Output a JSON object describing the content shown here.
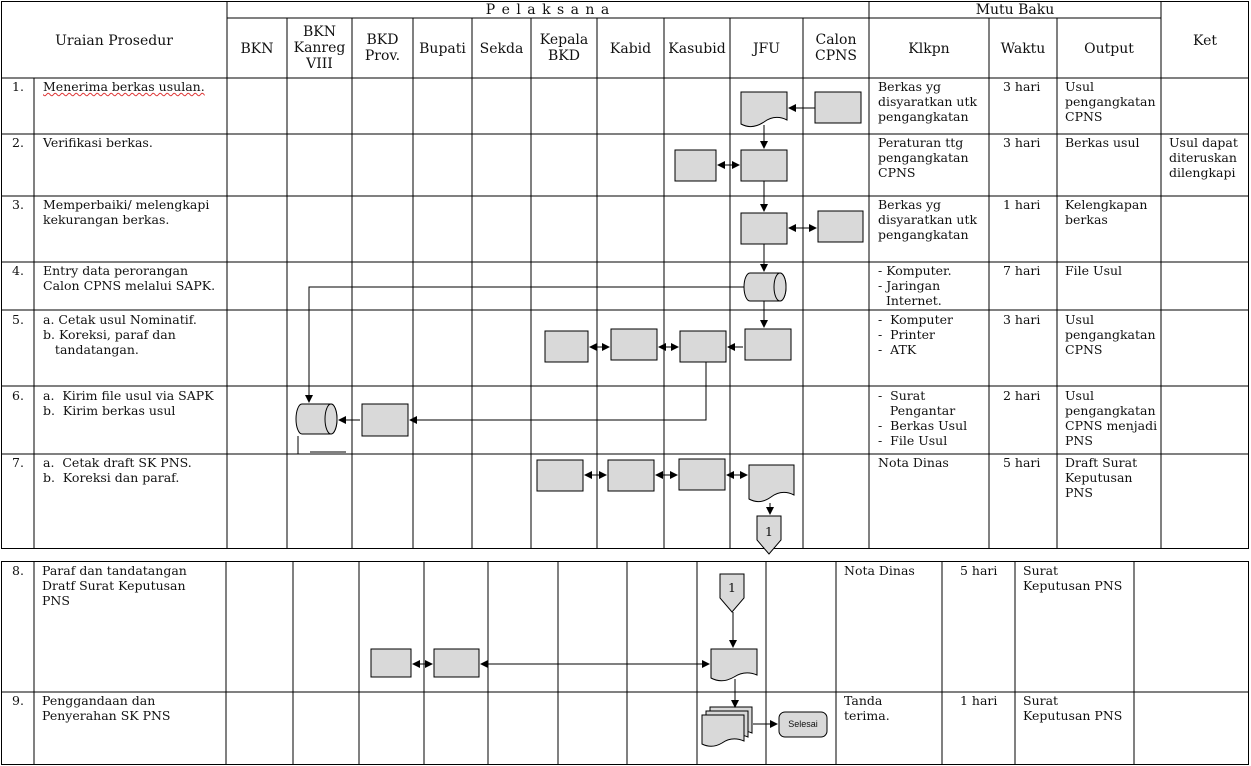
{
  "header": {
    "uraian": "Uraian Prosedur",
    "pelaksana": "P e l a k s a n a",
    "mutu_baku": "Mutu Baku",
    "ket": "Ket",
    "cols": [
      "BKN",
      "BKN\nKanreg\nVIII",
      "BKD\nProv.",
      "Bupati",
      "Sekda",
      "Kepala\nBKD",
      "Kabid",
      "Kasubid",
      "JFU",
      "Calon\nCPNS"
    ],
    "mutu_cols": [
      "Klkpn",
      "Waktu",
      "Output"
    ]
  },
  "rows": [
    {
      "no": "1.",
      "uraian_a": "Menerima berkas usulan.",
      "uraian_b": "",
      "klkpn": "Berkas yg\ndisyaratkan utk\npengangkatan",
      "waktu": "3 hari",
      "output": "Usul\npengangkatan\nCPNS",
      "ket": ""
    },
    {
      "no": "2.",
      "uraian": "Verifikasi berkas.",
      "klkpn": "Peraturan ttg\npengangkatan\nCPNS",
      "waktu": "3 hari",
      "output": "Berkas usul",
      "ket": "Usul dapat\nditeruskan\ndilengkapi"
    },
    {
      "no": "3.",
      "uraian": "Memperbaiki/ melengkapi\nkekurangan berkas.",
      "klkpn": "Berkas yg\ndisyaratkan utk\npengangkatan",
      "waktu": "1 hari",
      "output": "Kelengkapan\nberkas",
      "ket": ""
    },
    {
      "no": "4.",
      "uraian": "Entry data perorangan\nCalon CPNS melalui SAPK.",
      "klkpn": "- Komputer.\n- Jaringan\n  Internet.",
      "waktu": "7 hari",
      "output": "File Usul",
      "ket": ""
    },
    {
      "no": "5.",
      "uraian": "a. Cetak usul Nominatif.\nb. Koreksi, paraf dan\n   tandatangan.",
      "klkpn": "-  Komputer\n-  Printer\n-  ATK",
      "waktu": "3 hari",
      "output": "Usul\npengangkatan\nCPNS",
      "ket": ""
    },
    {
      "no": "6.",
      "uraian": "a.  Kirim file usul via SAPK\nb.  Kirim berkas usul",
      "klkpn": "-  Surat\n   Pengantar\n-  Berkas Usul\n-  File Usul",
      "waktu": "2 hari",
      "output": "Usul\npengangkatan\nCPNS menjadi\nPNS",
      "ket": ""
    },
    {
      "no": "7.",
      "uraian": "a.  Cetak draft SK PNS.\nb.  Koreksi dan paraf.",
      "klkpn": "Nota Dinas",
      "waktu": "5 hari",
      "output": "Draft Surat\nKeputusan\nPNS",
      "ket": ""
    },
    {
      "no": "8.",
      "uraian": "Paraf dan tandatangan\nDratf Surat Keputusan\nPNS",
      "klkpn": "Nota Dinas",
      "waktu": "5 hari",
      "output": "Surat\nKeputusan PNS",
      "ket": ""
    },
    {
      "no": "9.",
      "uraian": "Penggandaan dan\nPenyerahan SK PNS",
      "klkpn": "Tanda\nterima.",
      "waktu": "1 hari",
      "output": "Surat\nKeputusan PNS",
      "ket": ""
    }
  ],
  "connectors": {
    "page_ref": "1",
    "end_label": "Selesai"
  }
}
